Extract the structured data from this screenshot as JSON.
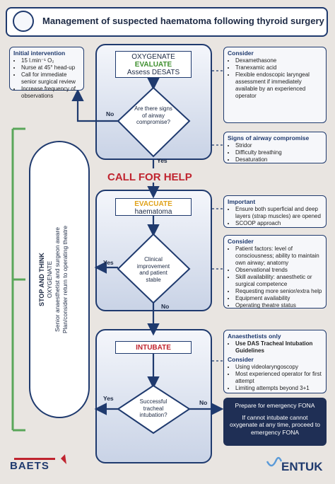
{
  "header": {
    "title": "Management of suspected haematoma following thyroid surgery"
  },
  "step1": {
    "line1": "OXYGENATE",
    "line2": "EVALUATE",
    "line3": "Assess DESATS"
  },
  "diamond1": {
    "text": "Are there signs of airway compromise?"
  },
  "initial": {
    "heading": "Initial intervention",
    "items": [
      "15 l.min⁻¹ O₂",
      "Nurse at 45° head-up",
      "Call for immediate senior surgical review",
      "Increase frequency of observations"
    ]
  },
  "consider1": {
    "heading": "Consider",
    "items": [
      "Dexamethasone",
      "Tranexamic acid",
      "Flexible endoscopic laryngeal assessment if immediately available by an experienced operator"
    ]
  },
  "signs": {
    "heading": "Signs of airway compromise",
    "items": [
      "Stridor",
      "Difficulty breathing",
      "Desaturation"
    ]
  },
  "labels": {
    "no": "No",
    "yes": "Yes"
  },
  "call_for_help": "CALL FOR HELP",
  "step2": {
    "line1": "EVACUATE",
    "line2": "haematoma"
  },
  "diamond2": {
    "text": "Clinical improvement and patient stable"
  },
  "important": {
    "heading": "Important",
    "items": [
      "Ensure both superficial and deep layers (strap muscles) are opened",
      "SCOOP approach"
    ]
  },
  "consider2": {
    "heading": "Consider",
    "items": [
      "Patient factors: level of consciousness; ability to maintain own airway; anatomy",
      "Observational trends",
      "Skill availability: anaesthetic or surgical competence",
      "Requesting more senior/extra help",
      "Equipment availability",
      "Operating theatre status"
    ]
  },
  "step3": {
    "line1": "INTUBATE"
  },
  "diamond3": {
    "text": "Successful tracheal intubation?"
  },
  "anaesthetists": {
    "heading": "Anaesthetists only",
    "items": [
      "Use DAS Tracheal Intubation Guidelines"
    ],
    "consider_heading": "Consider",
    "consider_items": [
      "Using videolaryngoscopy",
      "Most experienced operator for first attempt",
      "Limiting attempts beyond 3+1"
    ]
  },
  "fona": {
    "line1": "Prepare for emergency FONA",
    "line2": "If cannot intubate cannot oxygenate at any time, proceed to emergency FONA"
  },
  "stop": {
    "line1": "STOP AND THINK",
    "line2": "OXYGENATE",
    "line3": "Senior anaesthetist and surgeon aware",
    "line4": "Plan/consider return to operating theatre"
  },
  "footer": {
    "left_logo": "BAETS",
    "right_logo": "ENTUK"
  },
  "colors": {
    "navy": "#1f3a6e",
    "green": "#3e8f2e",
    "yellow": "#e0a21a",
    "red": "#c0242f"
  }
}
